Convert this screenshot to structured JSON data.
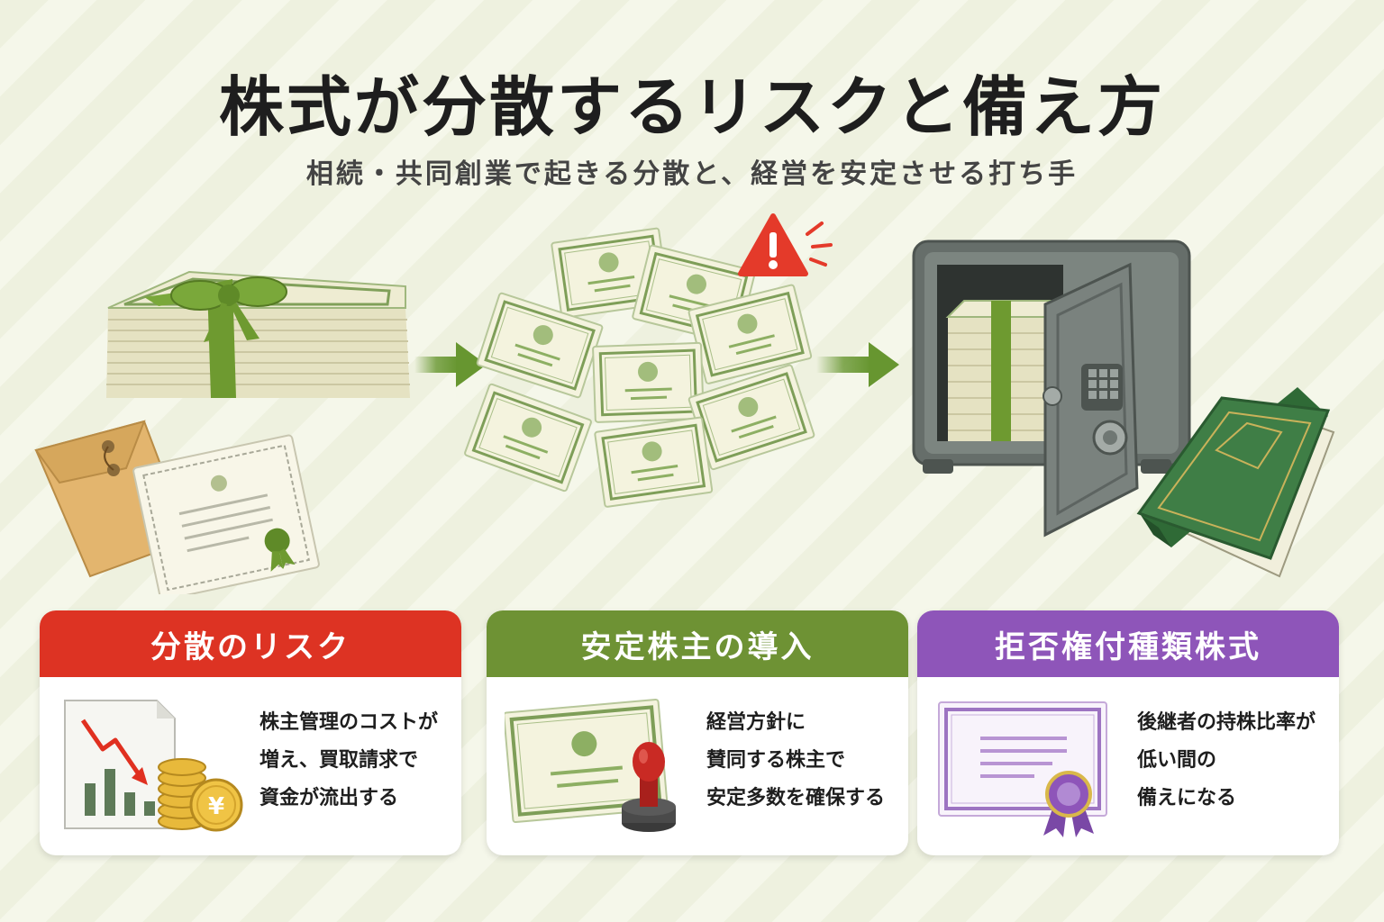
{
  "header": {
    "title": "株式が分散するリスクと備え方",
    "subtitle": "相続・共同創業で起きる分散と、経営を安定させる打ち手"
  },
  "colors": {
    "risk": "#dd3323",
    "stable": "#6e9234",
    "veto": "#8e55b9",
    "arrow": "#679630"
  },
  "cards": [
    {
      "heading": "分散のリスク",
      "lines": [
        "株主管理のコストが",
        "増え、買取請求で",
        "資金が流出する"
      ],
      "icon": "declining-chart-coins-icon"
    },
    {
      "heading": "安定株主の導入",
      "lines": [
        "経営方針に",
        "賛同する株主で",
        "安定多数を確保する"
      ],
      "icon": "certificate-stamp-icon"
    },
    {
      "heading": "拒否権付種類株式",
      "lines": [
        "後継者の持株比率が",
        "低い間の",
        "備えになる"
      ],
      "icon": "certificate-rosette-icon"
    }
  ],
  "coin_symbol": "¥"
}
